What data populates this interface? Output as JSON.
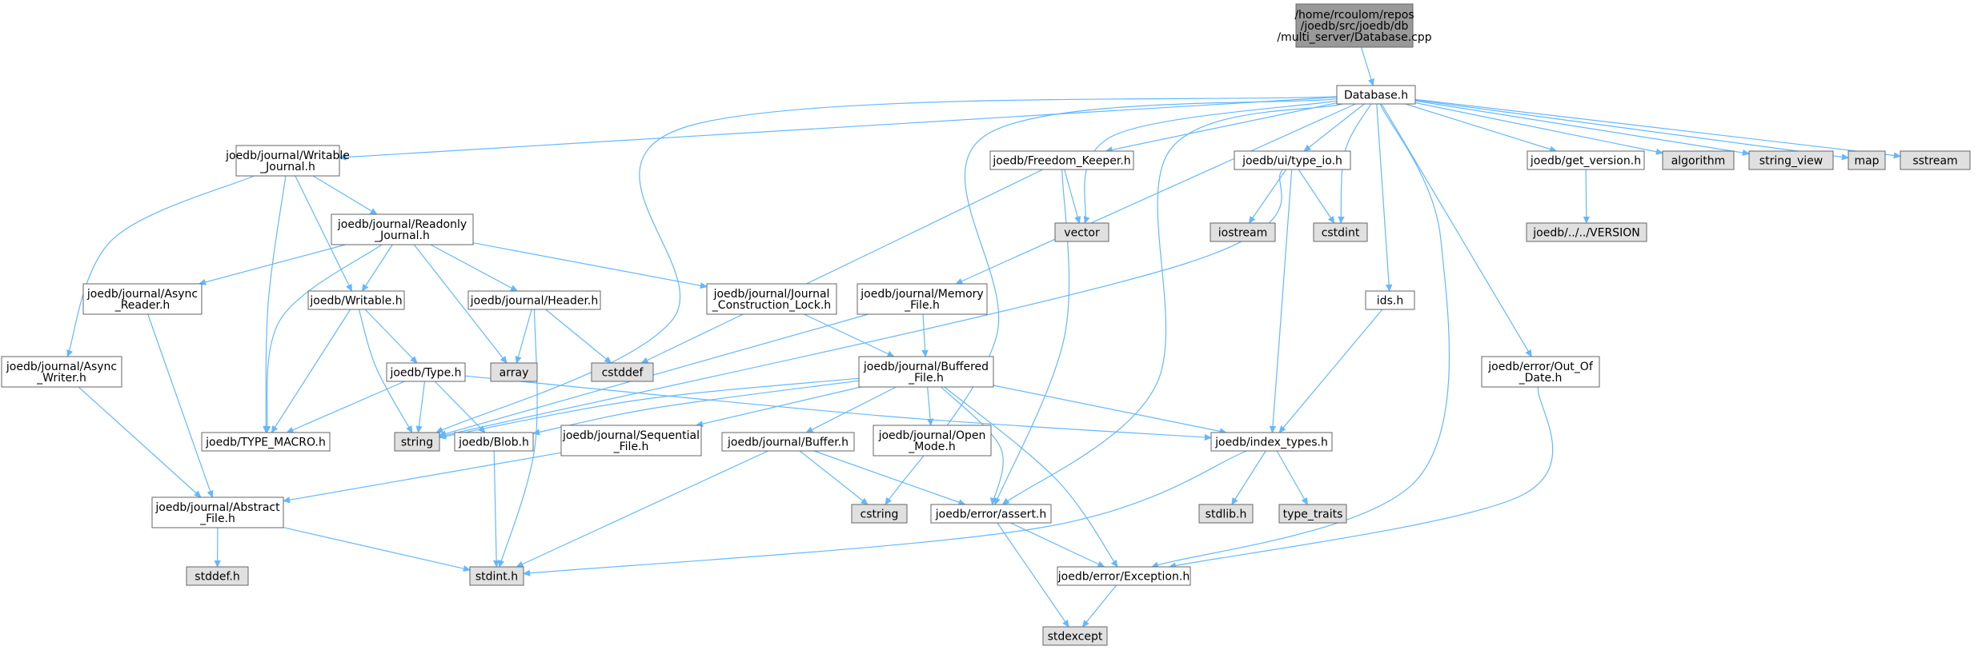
{
  "graph": {
    "title": "",
    "colors": {
      "edge": "#63b8ff",
      "source_fill": "#999999",
      "header_fill": "#ffffff",
      "system_fill": "#e0e0e0",
      "border": "#666666"
    },
    "nodes": [
      {
        "id": "dbcpp",
        "kind": "source",
        "lines": [
          "/home/rcoulom/repos",
          "/joedb/src/joedb/db",
          "/multi_server/Database.cpp"
        ]
      },
      {
        "id": "database_h",
        "kind": "header",
        "lines": [
          "Database.h"
        ]
      },
      {
        "id": "writable_journal",
        "kind": "header",
        "lines": [
          "joedb/journal/Writable",
          "_Journal.h"
        ]
      },
      {
        "id": "readonly_journal",
        "kind": "header",
        "lines": [
          "joedb/journal/Readonly",
          "_Journal.h"
        ]
      },
      {
        "id": "async_reader",
        "kind": "header",
        "lines": [
          "joedb/journal/Async",
          "_Reader.h"
        ]
      },
      {
        "id": "async_writer",
        "kind": "header",
        "lines": [
          "joedb/journal/Async",
          "_Writer.h"
        ]
      },
      {
        "id": "writable_h",
        "kind": "header",
        "lines": [
          "joedb/Writable.h"
        ]
      },
      {
        "id": "header_h",
        "kind": "header",
        "lines": [
          "joedb/journal/Header.h"
        ]
      },
      {
        "id": "journal_lock",
        "kind": "header",
        "lines": [
          "joedb/journal/Journal",
          "_Construction_Lock.h"
        ]
      },
      {
        "id": "freedom_keeper",
        "kind": "header",
        "lines": [
          "joedb/Freedom_Keeper.h"
        ]
      },
      {
        "id": "memory_file",
        "kind": "header",
        "lines": [
          "joedb/journal/Memory",
          "_File.h"
        ]
      },
      {
        "id": "type_io",
        "kind": "header",
        "lines": [
          "joedb/ui/type_io.h"
        ]
      },
      {
        "id": "get_version",
        "kind": "header",
        "lines": [
          "joedb/get_version.h"
        ]
      },
      {
        "id": "version",
        "kind": "system",
        "lines": [
          "joedb/../../VERSION"
        ]
      },
      {
        "id": "algorithm",
        "kind": "system",
        "lines": [
          "algorithm"
        ]
      },
      {
        "id": "string_view",
        "kind": "system",
        "lines": [
          "string_view"
        ]
      },
      {
        "id": "map",
        "kind": "system",
        "lines": [
          "map"
        ]
      },
      {
        "id": "sstream",
        "kind": "system",
        "lines": [
          "sstream"
        ]
      },
      {
        "id": "vector",
        "kind": "system",
        "lines": [
          "vector"
        ]
      },
      {
        "id": "iostream",
        "kind": "system",
        "lines": [
          "iostream"
        ]
      },
      {
        "id": "cstdint",
        "kind": "system",
        "lines": [
          "cstdint"
        ]
      },
      {
        "id": "ids_h",
        "kind": "header",
        "lines": [
          "ids.h"
        ]
      },
      {
        "id": "out_of_date",
        "kind": "header",
        "lines": [
          "joedb/error/Out_Of",
          "_Date.h"
        ]
      },
      {
        "id": "type_h",
        "kind": "header",
        "lines": [
          "joedb/Type.h"
        ]
      },
      {
        "id": "array",
        "kind": "system",
        "lines": [
          "array"
        ]
      },
      {
        "id": "cstddef",
        "kind": "system",
        "lines": [
          "cstddef"
        ]
      },
      {
        "id": "buffered_file",
        "kind": "header",
        "lines": [
          "joedb/journal/Buffered",
          "_File.h"
        ]
      },
      {
        "id": "type_macro",
        "kind": "header",
        "lines": [
          "joedb/TYPE_MACRO.h"
        ]
      },
      {
        "id": "string",
        "kind": "system",
        "lines": [
          "string"
        ]
      },
      {
        "id": "blob_h",
        "kind": "header",
        "lines": [
          "joedb/Blob.h"
        ]
      },
      {
        "id": "sequential_file",
        "kind": "header",
        "lines": [
          "joedb/journal/Sequential",
          "_File.h"
        ]
      },
      {
        "id": "buffer_h",
        "kind": "header",
        "lines": [
          "joedb/journal/Buffer.h"
        ]
      },
      {
        "id": "open_mode",
        "kind": "header",
        "lines": [
          "joedb/journal/Open",
          "_Mode.h"
        ]
      },
      {
        "id": "index_types",
        "kind": "header",
        "lines": [
          "joedb/index_types.h"
        ]
      },
      {
        "id": "abstract_file",
        "kind": "header",
        "lines": [
          "joedb/journal/Abstract",
          "_File.h"
        ]
      },
      {
        "id": "cstring",
        "kind": "system",
        "lines": [
          "cstring"
        ]
      },
      {
        "id": "assert_h",
        "kind": "header",
        "lines": [
          "joedb/error/assert.h"
        ]
      },
      {
        "id": "stdlib_h",
        "kind": "system",
        "lines": [
          "stdlib.h"
        ]
      },
      {
        "id": "type_traits",
        "kind": "system",
        "lines": [
          "type_traits"
        ]
      },
      {
        "id": "stddef_h",
        "kind": "system",
        "lines": [
          "stddef.h"
        ]
      },
      {
        "id": "stdint_h",
        "kind": "system",
        "lines": [
          "stdint.h"
        ]
      },
      {
        "id": "exception_h",
        "kind": "header",
        "lines": [
          "joedb/error/Exception.h"
        ]
      },
      {
        "id": "stdexcept",
        "kind": "system",
        "lines": [
          "stdexcept"
        ]
      }
    ],
    "edges": [
      [
        "dbcpp",
        "database_h"
      ],
      [
        "database_h",
        "writable_journal"
      ],
      [
        "database_h",
        "freedom_keeper"
      ],
      [
        "database_h",
        "memory_file"
      ],
      [
        "database_h",
        "type_io"
      ],
      [
        "database_h",
        "get_version"
      ],
      [
        "database_h",
        "algorithm"
      ],
      [
        "database_h",
        "string_view"
      ],
      [
        "database_h",
        "map"
      ],
      [
        "database_h",
        "sstream"
      ],
      [
        "database_h",
        "vector"
      ],
      [
        "database_h",
        "cstdint"
      ],
      [
        "database_h",
        "ids_h"
      ],
      [
        "database_h",
        "out_of_date"
      ],
      [
        "database_h",
        "string"
      ],
      [
        "database_h",
        "cstring"
      ],
      [
        "database_h",
        "assert_h"
      ],
      [
        "database_h",
        "exception_h"
      ],
      [
        "writable_journal",
        "readonly_journal"
      ],
      [
        "writable_journal",
        "async_writer"
      ],
      [
        "writable_journal",
        "writable_h"
      ],
      [
        "writable_journal",
        "type_macro"
      ],
      [
        "readonly_journal",
        "async_reader"
      ],
      [
        "readonly_journal",
        "writable_h"
      ],
      [
        "readonly_journal",
        "header_h"
      ],
      [
        "readonly_journal",
        "journal_lock"
      ],
      [
        "readonly_journal",
        "array"
      ],
      [
        "readonly_journal",
        "type_macro"
      ],
      [
        "async_reader",
        "abstract_file"
      ],
      [
        "async_writer",
        "abstract_file"
      ],
      [
        "writable_h",
        "type_h"
      ],
      [
        "writable_h",
        "type_macro"
      ],
      [
        "writable_h",
        "string"
      ],
      [
        "header_h",
        "array"
      ],
      [
        "header_h",
        "cstddef"
      ],
      [
        "header_h",
        "stdint_h"
      ],
      [
        "journal_lock",
        "buffered_file"
      ],
      [
        "freedom_keeper",
        "vector"
      ],
      [
        "freedom_keeper",
        "cstddef"
      ],
      [
        "freedom_keeper",
        "assert_h"
      ],
      [
        "memory_file",
        "buffered_file"
      ],
      [
        "memory_file",
        "string"
      ],
      [
        "type_io",
        "iostream"
      ],
      [
        "type_io",
        "cstdint"
      ],
      [
        "type_io",
        "index_types"
      ],
      [
        "type_io",
        "string"
      ],
      [
        "get_version",
        "version"
      ],
      [
        "ids_h",
        "index_types"
      ],
      [
        "out_of_date",
        "exception_h"
      ],
      [
        "type_h",
        "type_macro"
      ],
      [
        "type_h",
        "string"
      ],
      [
        "type_h",
        "blob_h"
      ],
      [
        "type_h",
        "index_types"
      ],
      [
        "buffered_file",
        "sequential_file"
      ],
      [
        "buffered_file",
        "buffer_h"
      ],
      [
        "buffered_file",
        "open_mode"
      ],
      [
        "buffered_file",
        "index_types"
      ],
      [
        "buffered_file",
        "string"
      ],
      [
        "buffered_file",
        "blob_h"
      ],
      [
        "buffered_file",
        "assert_h"
      ],
      [
        "buffered_file",
        "exception_h"
      ],
      [
        "blob_h",
        "stdint_h"
      ],
      [
        "sequential_file",
        "abstract_file"
      ],
      [
        "buffer_h",
        "cstring"
      ],
      [
        "buffer_h",
        "assert_h"
      ],
      [
        "buffer_h",
        "stdint_h"
      ],
      [
        "index_types",
        "stdlib_h"
      ],
      [
        "index_types",
        "type_traits"
      ],
      [
        "index_types",
        "stdint_h"
      ],
      [
        "abstract_file",
        "stddef_h"
      ],
      [
        "abstract_file",
        "stdint_h"
      ],
      [
        "assert_h",
        "exception_h"
      ],
      [
        "assert_h",
        "stdexcept"
      ],
      [
        "exception_h",
        "stdexcept"
      ]
    ]
  }
}
